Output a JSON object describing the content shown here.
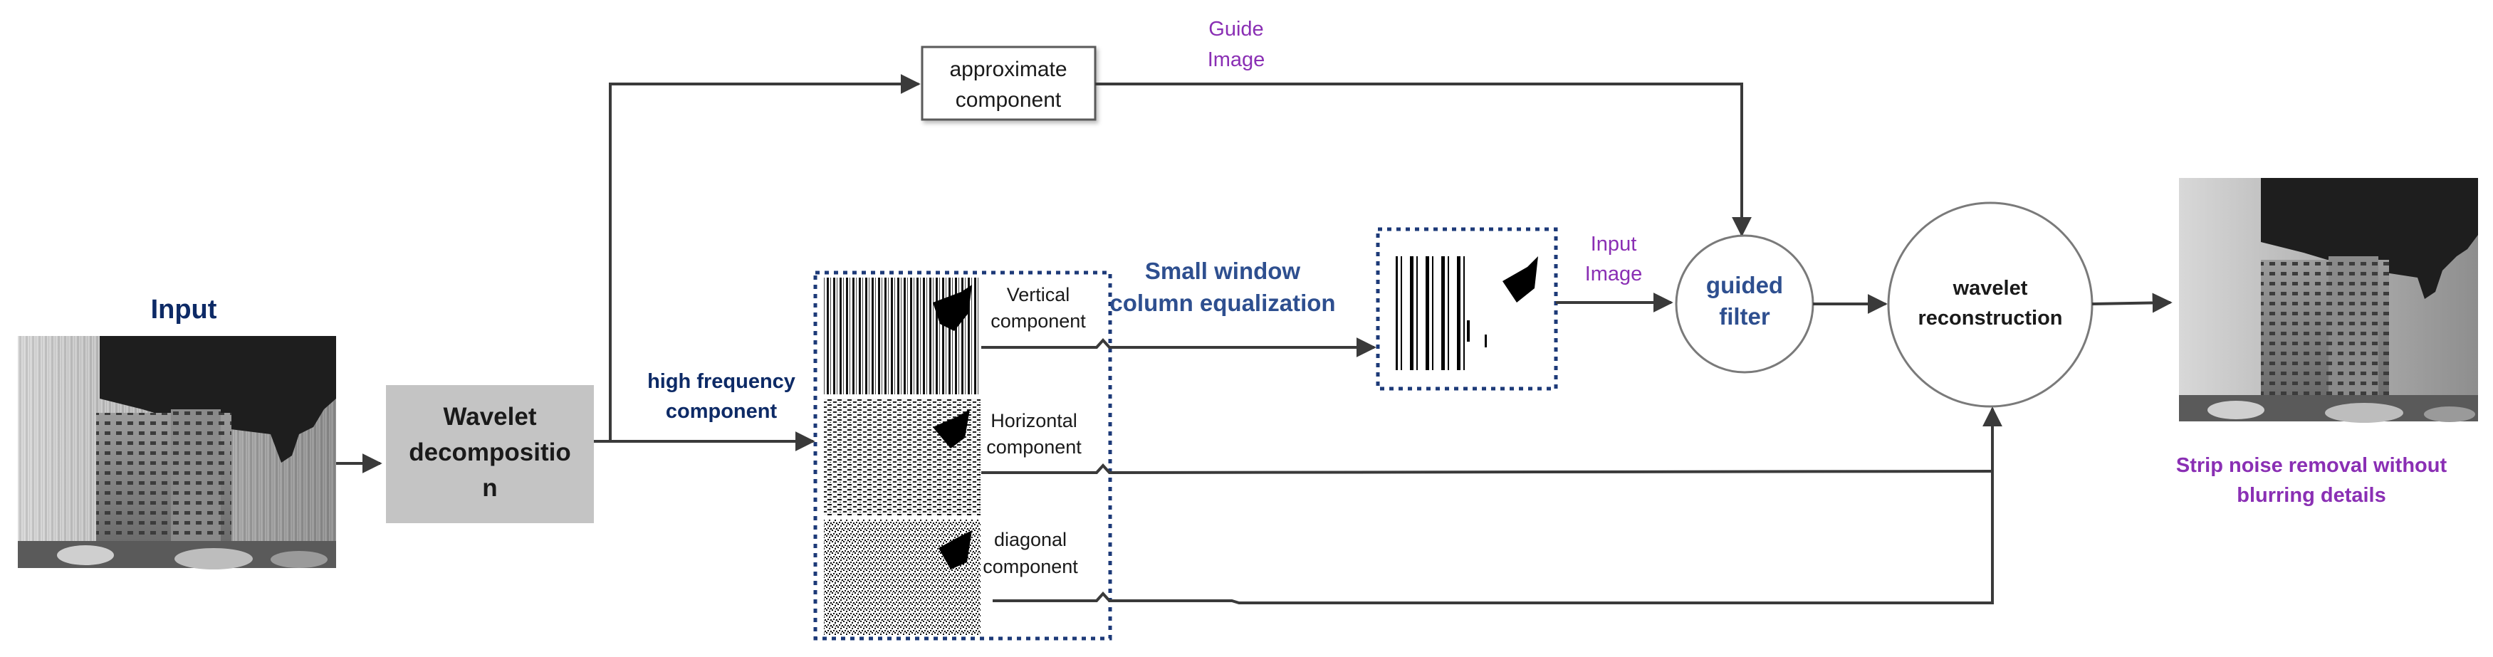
{
  "labels": {
    "input": "Input",
    "guide_image_line1": "Guide",
    "guide_image_line2": "Image",
    "approx_line1": "approximate",
    "approx_line2": "component",
    "wavelet_line1": "Wavelet",
    "wavelet_line2": "decompositio",
    "wavelet_line3": "n",
    "high_freq_line1": "high frequency",
    "high_freq_line2": "component",
    "vertical_line1": "Vertical",
    "vertical_line2": "component",
    "horizontal_line1": "Horizontal",
    "horizontal_line2": "component",
    "diagonal_line1": "diagonal",
    "diagonal_line2": "component",
    "small_window_line1": "Small window",
    "small_window_line2": "column equalization",
    "input_image_line1": "Input",
    "input_image_line2": "Image",
    "guided_line1": "guided",
    "guided_line2": "filter",
    "wavelet_recon_line1": "wavelet",
    "wavelet_recon_line2": "reconstruction",
    "output_line1": "Strip noise removal without",
    "output_line2": "blurring details"
  },
  "colors": {
    "navy": "#0d2a66",
    "purple": "#8a2fb4",
    "steel": "#2e4f8f",
    "box_gray": "#c4c4c4",
    "wire": "#3a3a3a"
  },
  "icons": {
    "input_image": "thermal-building-photo",
    "output_image": "thermal-building-photo-denoised",
    "vertical_component": "vertical-stripe-pattern",
    "horizontal_component": "horizontal-noise-pattern",
    "diagonal_component": "diagonal-noise-pattern",
    "equalized_component": "equalized-stripe-pattern"
  }
}
